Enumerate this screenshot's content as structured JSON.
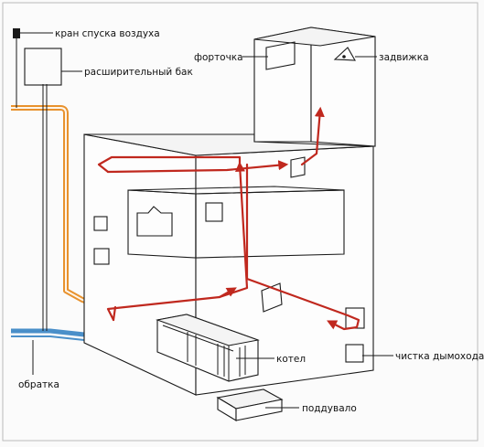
{
  "labels": {
    "air_valve": "кран спуска воздуха",
    "expansion_tank": "расширительный бак",
    "vent_window": "форточка",
    "damper": "задвижка",
    "return_line": "обратка",
    "boiler": "котел",
    "chimney_cleaning": "чистка дымохода",
    "ash_pit": "поддувало"
  },
  "colors": {
    "flow_arrows": "#c0281e",
    "supply_pipe": "#e8922e",
    "return_pipe": "#4a8fc9",
    "outline": "#1a1a1a"
  }
}
